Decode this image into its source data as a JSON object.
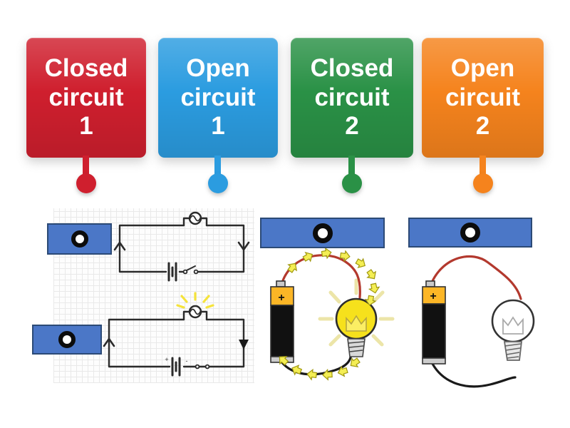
{
  "colors": {
    "card_red": "#cf1f2e",
    "card_blue": "#2b9ce0",
    "card_green": "#2a9146",
    "card_orange": "#f5831d",
    "drop_zone_blue": "#4b77c7",
    "wire_red": "#b3392e",
    "wire_black": "#1a1a1a",
    "battery_yellow": "#fcb626",
    "battery_black": "#111111",
    "bulb_lit_yellow": "#f6e11c",
    "bulb_glow_yellow": "#ece5a8",
    "arrow_yellow": "#f4ee54",
    "diagram_line": "#2b2b2b",
    "glow_ray_yellow": "#f5e33b"
  },
  "labels": {
    "cards": [
      {
        "id": "closed-circuit-1",
        "text": "Closed\ncircuit\n1"
      },
      {
        "id": "open-circuit-1",
        "text": "Open\ncircuit\n1"
      },
      {
        "id": "closed-circuit-2",
        "text": "Closed\ncircuit\n2"
      },
      {
        "id": "open-circuit-2",
        "text": "Open\ncircuit\n2"
      }
    ]
  },
  "symbols": {
    "plus": "+",
    "minus": "-"
  }
}
